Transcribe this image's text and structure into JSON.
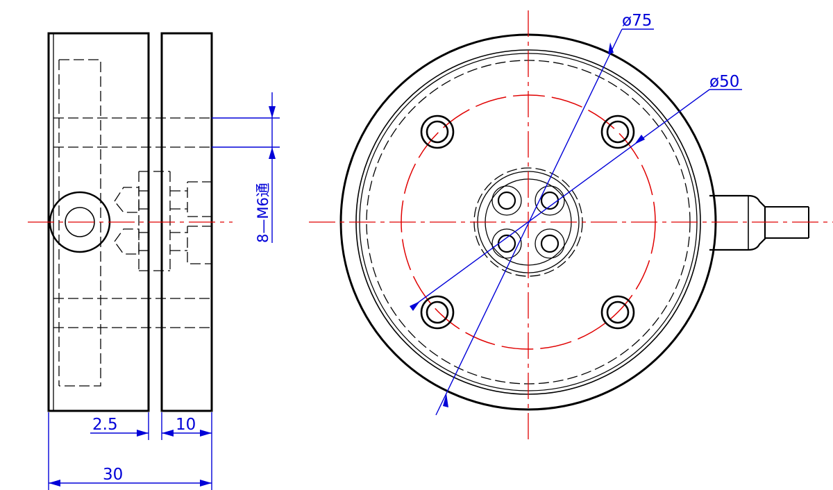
{
  "dimensions": {
    "outer_diameter": "ø75",
    "bolt_circle_diameter": "ø50",
    "thread_callout": "8—M6通",
    "step_width": "2.5",
    "top_thickness": "10",
    "overall_height": "30"
  },
  "colors": {
    "outline": "#000000",
    "centerline": "#e00000",
    "dimension": "#0000d8"
  }
}
